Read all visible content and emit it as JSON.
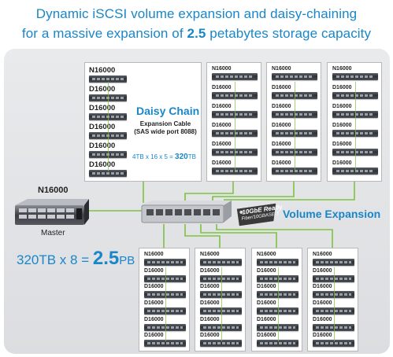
{
  "title": {
    "line1": "Dynamic iSCSI volume expansion and daisy-chaining",
    "line2_pre": "for a massive expansion of ",
    "line2_value": "2.5",
    "line2_post": " petabytes storage capacity"
  },
  "daisy_chain": {
    "heading": "Daisy Chain",
    "cable_line1": "Expansion Cable",
    "cable_line2": "(SAS wide port 8088)",
    "calc_pre": "4TB x 16 x 5 = ",
    "calc_value": "320",
    "calc_unit": "TB"
  },
  "unit_labels": {
    "head": "N16000",
    "expansion": "D16000"
  },
  "master": {
    "model": "N16000",
    "label": "Master"
  },
  "switch": {
    "tag_line1": "10GbE Ready",
    "tag_line2": "Fiber/10GBASE-T"
  },
  "volume_expansion": "Volume Expansion",
  "total": {
    "pre": "320TB x 8 = ",
    "value": "2.5",
    "unit": "PB"
  },
  "colors": {
    "accent": "#1a86c8",
    "line": "#7dc242",
    "panel": "#e3e4e6"
  }
}
